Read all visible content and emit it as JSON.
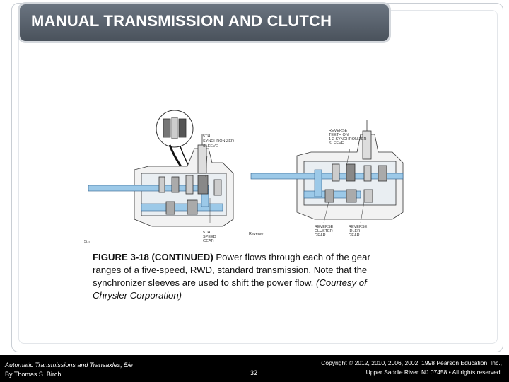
{
  "slide": {
    "title": "MANUAL TRANSMISSION AND CLUTCH"
  },
  "figure": {
    "labels": {
      "fifth_sync": [
        "5TH",
        "SYNCHRONIZER",
        "SLEEVE"
      ],
      "fifth_gear": [
        "5TH",
        "SPEED",
        "GEAR"
      ],
      "fifth_range": "5th",
      "reverse_range": "Reverse",
      "rev_teeth": [
        "REVERSE",
        "TEETH ON",
        "1-2 SYNCHRONIZER",
        "SLEEVE"
      ],
      "rev_cluster": [
        "REVERSE",
        "CLUSTER",
        "GEAR"
      ],
      "rev_idler": [
        "REVERSE",
        "IDLER",
        "GEAR"
      ]
    },
    "colors": {
      "power_flow": "#9cc9e8",
      "line_art": "#333333",
      "highlight": "#2f5f8a"
    }
  },
  "caption": {
    "lead": "FIGURE 3-18 (CONTINUED)",
    "body": " Power flows through each of the gear ranges of a five-speed, RWD, standard transmission. Note that the synchronizer sleeves are used to shift the power flow.",
    "credit": "(Courtesy of Chrysler Corporation)"
  },
  "footer": {
    "book_title": "Automatic Transmissions and Transaxles, 5/e",
    "author": "By Thomas S. Birch",
    "page": "32",
    "copyright_line1": "Copyright © 2012, 2010, 2006, 2002, 1998 Pearson Education, Inc.,",
    "copyright_line2": "Upper Saddle River, NJ 07458 • All rights reserved."
  }
}
